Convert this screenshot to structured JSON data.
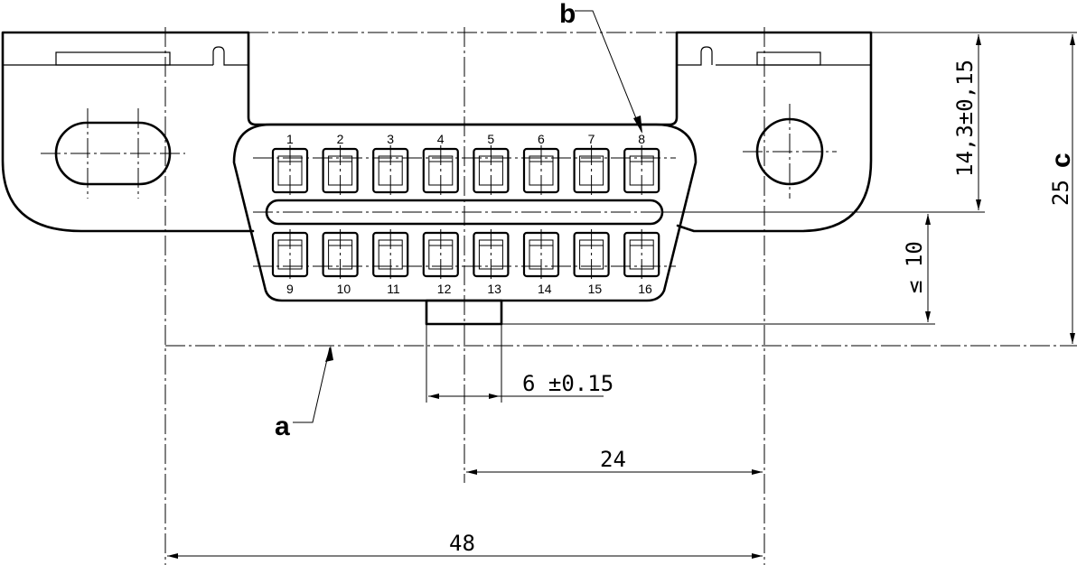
{
  "callouts": {
    "a": "a",
    "b": "b",
    "c": "c"
  },
  "pins_top": [
    "1",
    "2",
    "3",
    "4",
    "5",
    "6",
    "7",
    "8"
  ],
  "pins_bottom": [
    "9",
    "10",
    "11",
    "12",
    "13",
    "14",
    "15",
    "16"
  ],
  "dimensions": {
    "height_top": "14,3±0,15",
    "height_total": "25",
    "key_depth": "≤ 10",
    "key_width": "6 ±0.15",
    "half_width": "24",
    "total_width": "48"
  }
}
